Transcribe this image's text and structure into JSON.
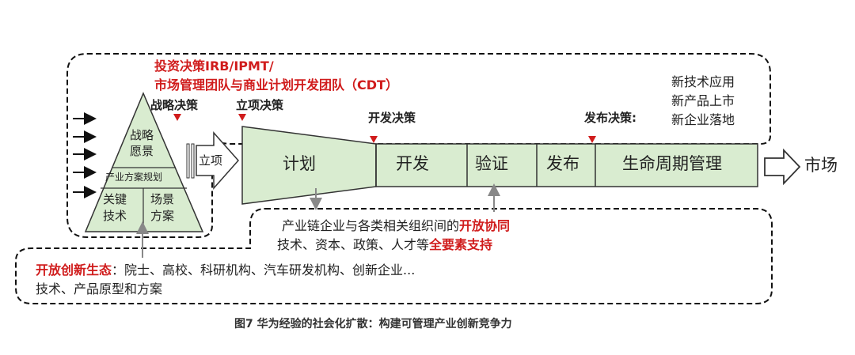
{
  "decision_header": {
    "line1": "投资决策IRB/IPMT/",
    "line2": "市场管理团队与商业计划开发团队（CDT）"
  },
  "decisions": {
    "strategy": "战略决策",
    "project_approval": "立项决策",
    "development": "开发决策",
    "release": "发布决策:"
  },
  "outcomes": [
    "新技术应用",
    "新产品上市",
    "新企业落地"
  ],
  "pyramid": {
    "top_line1": "战略",
    "top_line2": "愿景",
    "middle": "产业方案规划",
    "bottom_left_line1": "关键",
    "bottom_left_line2": "技术",
    "bottom_right_line1": "场景",
    "bottom_right_line2": "方案"
  },
  "approval_arrow": "立项",
  "stages": {
    "plan": "计划",
    "develop": "开发",
    "verify": "验证",
    "release": "发布",
    "lifecycle": "生命周期管理"
  },
  "market": "市场",
  "collaboration": {
    "line1_prefix": "产业链企业与各类相关组织间的",
    "line1_highlight": "开放协同",
    "line2_prefix": "技术、资本、政策、人才等",
    "line2_highlight": "全要素支持"
  },
  "ecosystem": {
    "label": "开放创新生态",
    "line1_rest": "：院士、高校、科研机构、汽车研发机构、创新企业...",
    "line2": "技术、产品原型和方案"
  },
  "caption": "图7 华为经验的社会化扩散：构建可管理产业创新竞争力",
  "colors": {
    "fill_green": "#d9ecd0",
    "red": "#d01c1c",
    "arrow_gray": "#888888"
  }
}
